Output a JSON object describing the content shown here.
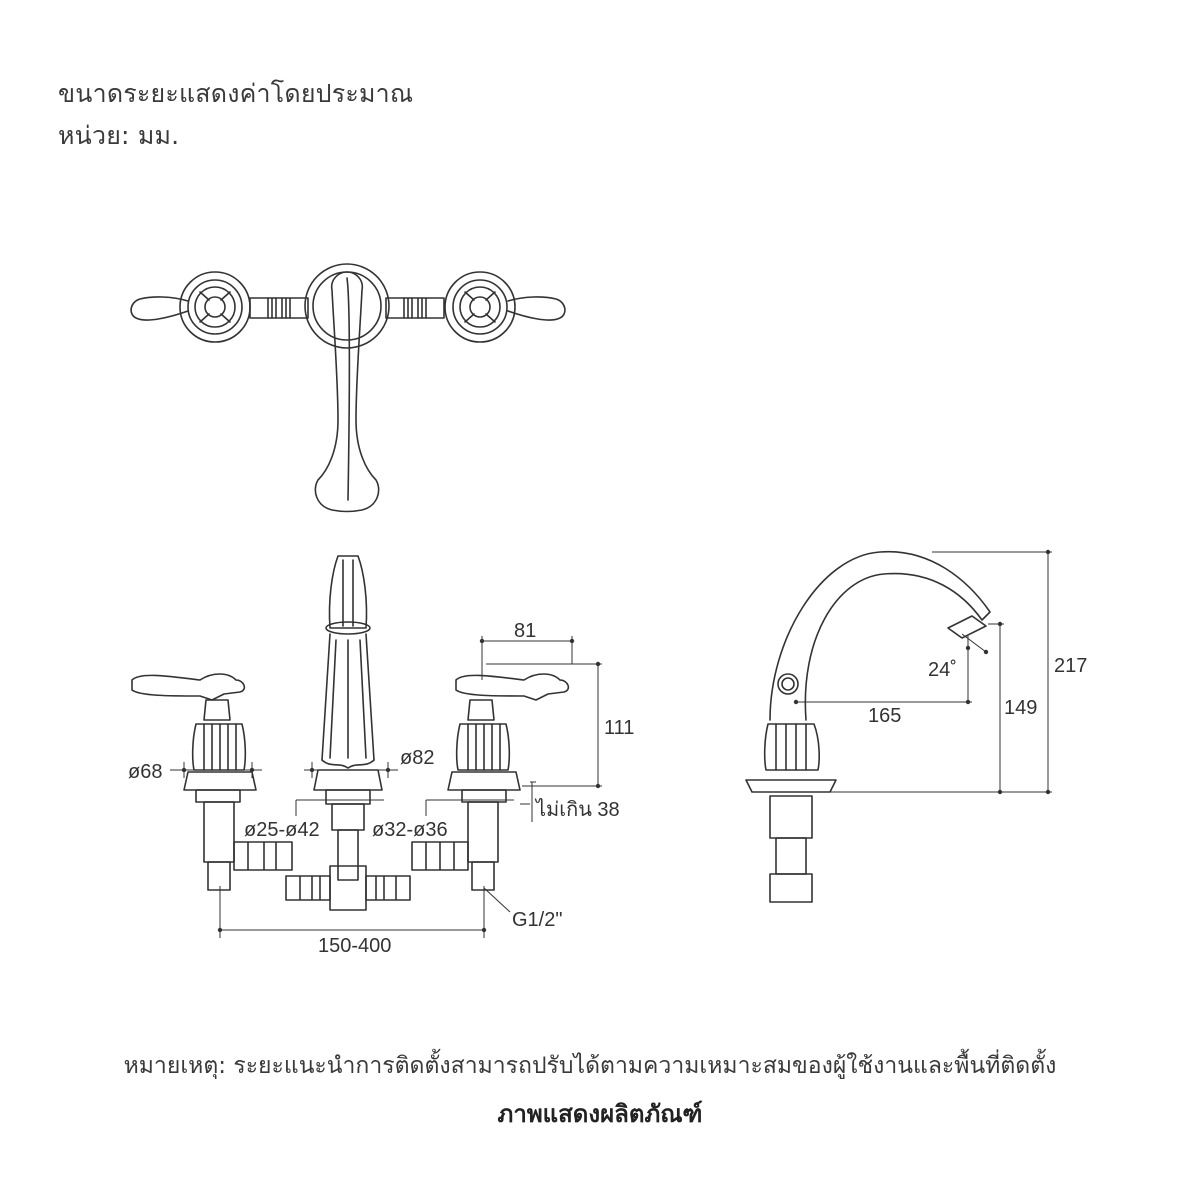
{
  "header": {
    "line1": "ขนาดระยะแสดงค่าโดยประมาณ",
    "line2": "หน่วย: มม."
  },
  "dimensions": {
    "d81": "81",
    "d111": "111",
    "d68": "ø68",
    "d82": "ø82",
    "d25_42": "ø25-ø42",
    "d32_36": "ø32-ø36",
    "max38": "ไม่เกิน 38",
    "g12": "G1/2\"",
    "d150_400": "150-400",
    "angle24": "24˚",
    "d165": "165",
    "d149": "149",
    "d217": "217"
  },
  "footer": {
    "note": "หมายเหตุ: ระยะแนะนำการติดตั้งสามารถปรับได้ตามความเหมาะสมของผู้ใช้งานและพื้นที่ติดตั้ง",
    "caption": "ภาพแสดงผลิตภัณฑ์"
  }
}
